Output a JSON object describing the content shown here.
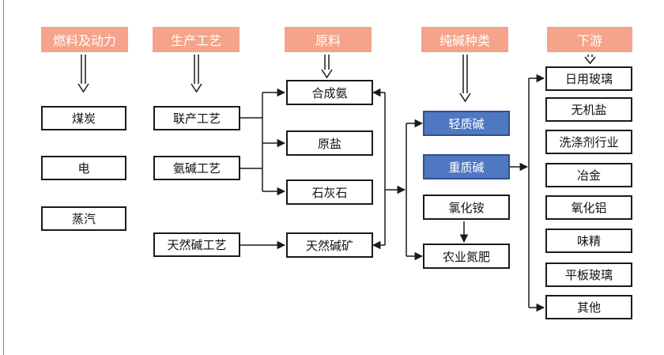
{
  "headers": {
    "fuel": "燃料及动力",
    "process": "生产工艺",
    "raw": "原料",
    "types": "纯碱种类",
    "downstream": "下游"
  },
  "fuel": {
    "coal": "煤炭",
    "electricity": "电",
    "steam": "蒸汽"
  },
  "process": {
    "joint": "联产工艺",
    "ammonia_soda": "氨碱工艺",
    "natural": "天然碱工艺"
  },
  "raw": {
    "ammonia": "合成氨",
    "salt": "原盐",
    "limestone": "石灰石",
    "trona": "天然碱矿"
  },
  "types": {
    "light": "轻质碱",
    "dense": "重质碱",
    "ammonium_chloride": "氯化铵",
    "fertilizer": "农业氮肥"
  },
  "downstream": {
    "daily_glass": "日用玻璃",
    "inorganic_salt": "无机盐",
    "detergent": "洗涤剂行业",
    "metallurgy": "冶金",
    "alumina": "氧化铝",
    "msg": "味精",
    "flat_glass": "平板玻璃",
    "other": "其他"
  },
  "colors": {
    "header_fill": "#f5a38a",
    "highlight_fill": "#4f78c2",
    "line": "#1a1a1a"
  }
}
